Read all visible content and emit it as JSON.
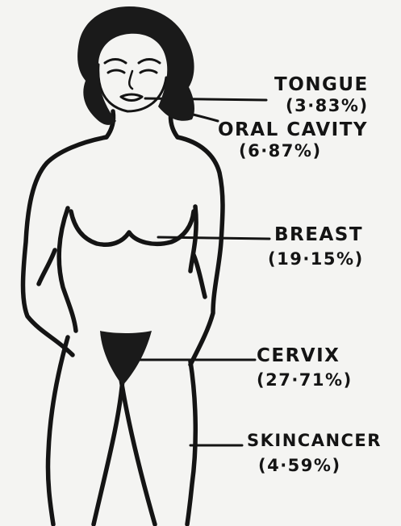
{
  "labels": {
    "tongue": {
      "name": "TONGUE",
      "percent": "(3·83%)"
    },
    "oral_cavity": {
      "name": "ORAL CAVITY",
      "percent": "(6·87%)"
    },
    "breast": {
      "name": "BREAST",
      "percent": "(19·15%)"
    },
    "cervix": {
      "name": "CERVIX",
      "percent": "(27·71%)"
    },
    "skin_cancer": {
      "name": "SKINCANCER",
      "percent": "(4·59%)"
    }
  },
  "colors": {
    "ink": "#141414",
    "hair": "#1a1a1a",
    "background": "#f4f4f2"
  }
}
